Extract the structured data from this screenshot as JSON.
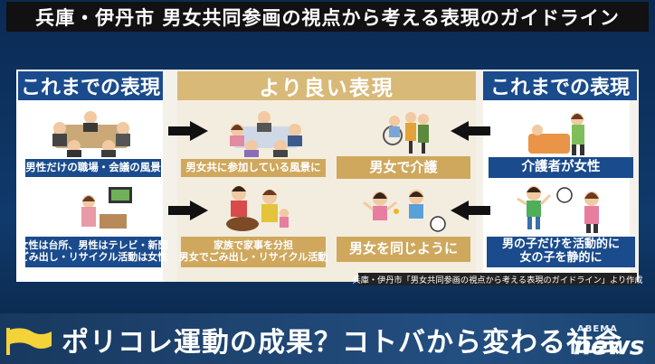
{
  "title": "兵庫・伊丹市 男女共同参画の視点から考える表現のガイドライン",
  "columns": {
    "left_header": "これまでの表現",
    "middle_header": "より良い表現",
    "right_header": "これまでの表現"
  },
  "rows": [
    {
      "left_label": "男性だけの職場・会議の風景",
      "middle_left_label": "男女共に参加している風景に",
      "middle_right_label": "男女で介護",
      "right_label": "介護者が女性"
    },
    {
      "left_label_line1": "女性は台所、男性はテレビ・新聞",
      "left_label_line2": "ごみ出し・リサイクル活動は女性",
      "middle_left_label_line1": "家族で家事を分担",
      "middle_left_label_line2": "男女でごみ出し・リサイクル活動",
      "middle_right_label": "男女を同じように",
      "right_label_line1": "男の子だけを活動的に",
      "right_label_line2": "女の子を静的に"
    }
  ],
  "source_note": "兵庫・伊丹市「男女共同参画の視点から考える表現のガイドライン」より作成",
  "headline": "ポリコレ運動の成果？コトバから変わる社会",
  "logo": {
    "top": "ABEMA",
    "bottom": "news"
  },
  "colors": {
    "navy": "#1a4b8c",
    "tan": "#cfa85e",
    "header_tan": "#d8b978"
  }
}
